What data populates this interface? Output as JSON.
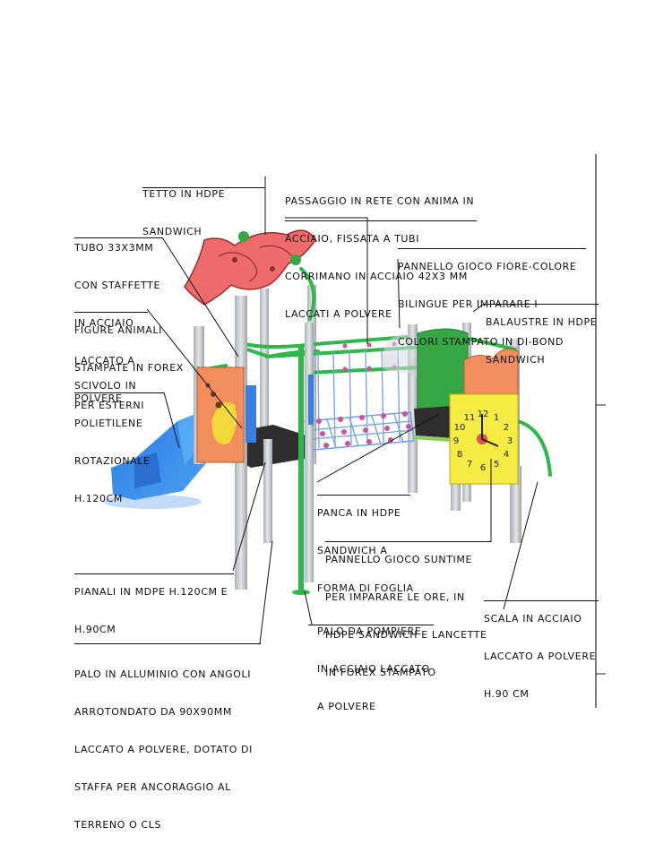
{
  "callouts": [
    {
      "id": "tetto",
      "lines": [
        "TETTO IN HDPE",
        "SANDWICH"
      ]
    },
    {
      "id": "passaggio",
      "lines": [
        "PASSAGGIO IN RETE CON ANIMA IN",
        "ACCIAIO, FISSATA A TUBI",
        "CORRIMANO IN ACCIAIO 42X3 MM",
        "LACCATI A POLVERE"
      ]
    },
    {
      "id": "tubo",
      "lines": [
        "TUBO 33X3MM",
        "CON STAFFETTE",
        "IN ACCIAIO",
        "LACCATO A",
        "POLVERE"
      ]
    },
    {
      "id": "pannello-fiore",
      "lines": [
        "PANNELLO GIOCO FIORE-COLORE",
        "BILINGUE PER IMPARARE I",
        "COLORI STAMPATO IN DI-BOND"
      ]
    },
    {
      "id": "balaustre",
      "lines": [
        "BALAUSTRE IN HDPE",
        "SANDWICH"
      ]
    },
    {
      "id": "figure",
      "lines": [
        "FIGURE ANIMALI",
        "STAMPATE IN FOREX",
        "PER ESTERNI"
      ]
    },
    {
      "id": "scivolo",
      "lines": [
        "SCIVOLO IN",
        "POLIETILENE",
        "ROTAZIONALE",
        "H.120CM"
      ]
    },
    {
      "id": "panca",
      "lines": [
        "PANCA IN HDPE",
        "SANDWICH A",
        "FORMA DI FOGLIA"
      ]
    },
    {
      "id": "pannello-suntime",
      "lines": [
        "PANNELLO GIOCO SUNTIME",
        "PER IMPARARE LE ORE, IN",
        "HDPE SANDWICH E LANCETTE",
        "IN FOREX STAMPATO"
      ]
    },
    {
      "id": "pianali",
      "lines": [
        "PIANALI IN MDPE H.120CM E",
        "H.90CM"
      ]
    },
    {
      "id": "palo-pompiere",
      "lines": [
        "PALO DA POMPIERE",
        "IN ACCIAIO LACCATO",
        "A POLVERE"
      ]
    },
    {
      "id": "scala",
      "lines": [
        "SCALA IN ACCIAIO",
        "LACCATO A POLVERE",
        "H.90 CM"
      ]
    },
    {
      "id": "palo-alluminio",
      "lines": [
        "PALO IN ALLUMINIO CON ANGOLI",
        "ARROTONDATO DA 90X90MM",
        "LACCATO A POLVERE, DOTATO DI",
        "STAFFA PER ANCORAGGIO AL",
        "TERRENO O CLS"
      ]
    }
  ],
  "clock_numbers": [
    "10",
    "11",
    "12",
    "1",
    "2",
    "3",
    "4",
    "5",
    "6",
    "7",
    "8",
    "9"
  ],
  "colors": {
    "roof": "#ee6b6b",
    "roof_stroke": "#9c2d2d",
    "frame_green": "#2fb84a",
    "post_grey": "#c9ccd0",
    "slide_blue": "#2f80e8",
    "panel_orange": "#f28d5c",
    "clock_yellow": "#f4ec40",
    "platform_dark": "#2e2e2e",
    "net_blue": "#6fa0e8",
    "net_ball": "#d0509a"
  }
}
